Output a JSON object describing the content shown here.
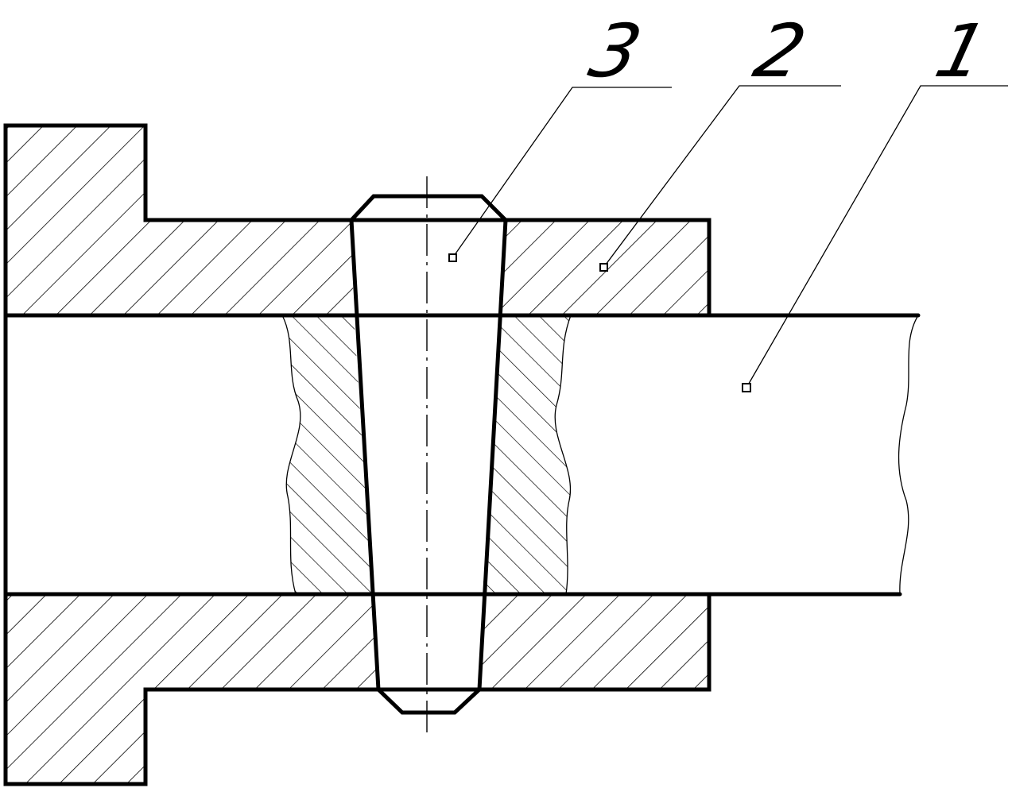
{
  "drawing": {
    "callouts": [
      {
        "id": "1",
        "label": "1"
      },
      {
        "id": "2",
        "label": "2"
      },
      {
        "id": "3",
        "label": "3"
      }
    ],
    "colors": {
      "stroke": "#000000",
      "background": "#ffffff"
    }
  }
}
